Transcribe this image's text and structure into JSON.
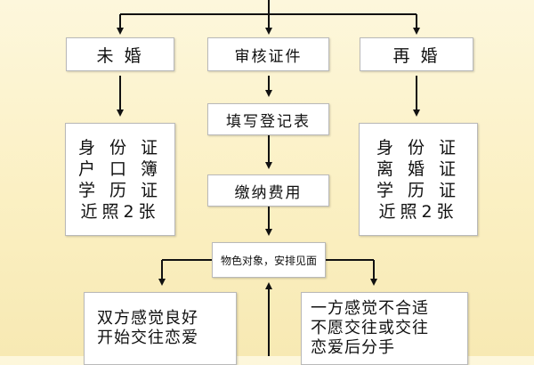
{
  "boxes": {
    "unmarried": "未  婚",
    "verify": "审核证件",
    "remarried": "再  婚",
    "fill_form": "填写登记表",
    "pay_fee": "缴纳费用",
    "match_meet": "物色对象，安排见面"
  },
  "unmarried_docs": [
    "身 份 证",
    "户 口 簿",
    "学 历 证",
    "近照2张"
  ],
  "remarried_docs": [
    "身 份 证",
    "离 婚 证",
    "学 历 证",
    "近照2张"
  ],
  "outcome_good": [
    "双方感觉良好",
    "开始交往恋爱"
  ],
  "outcome_bad": [
    "一方感觉不合适",
    "不愿交往或交往",
    "恋爱后分手"
  ]
}
